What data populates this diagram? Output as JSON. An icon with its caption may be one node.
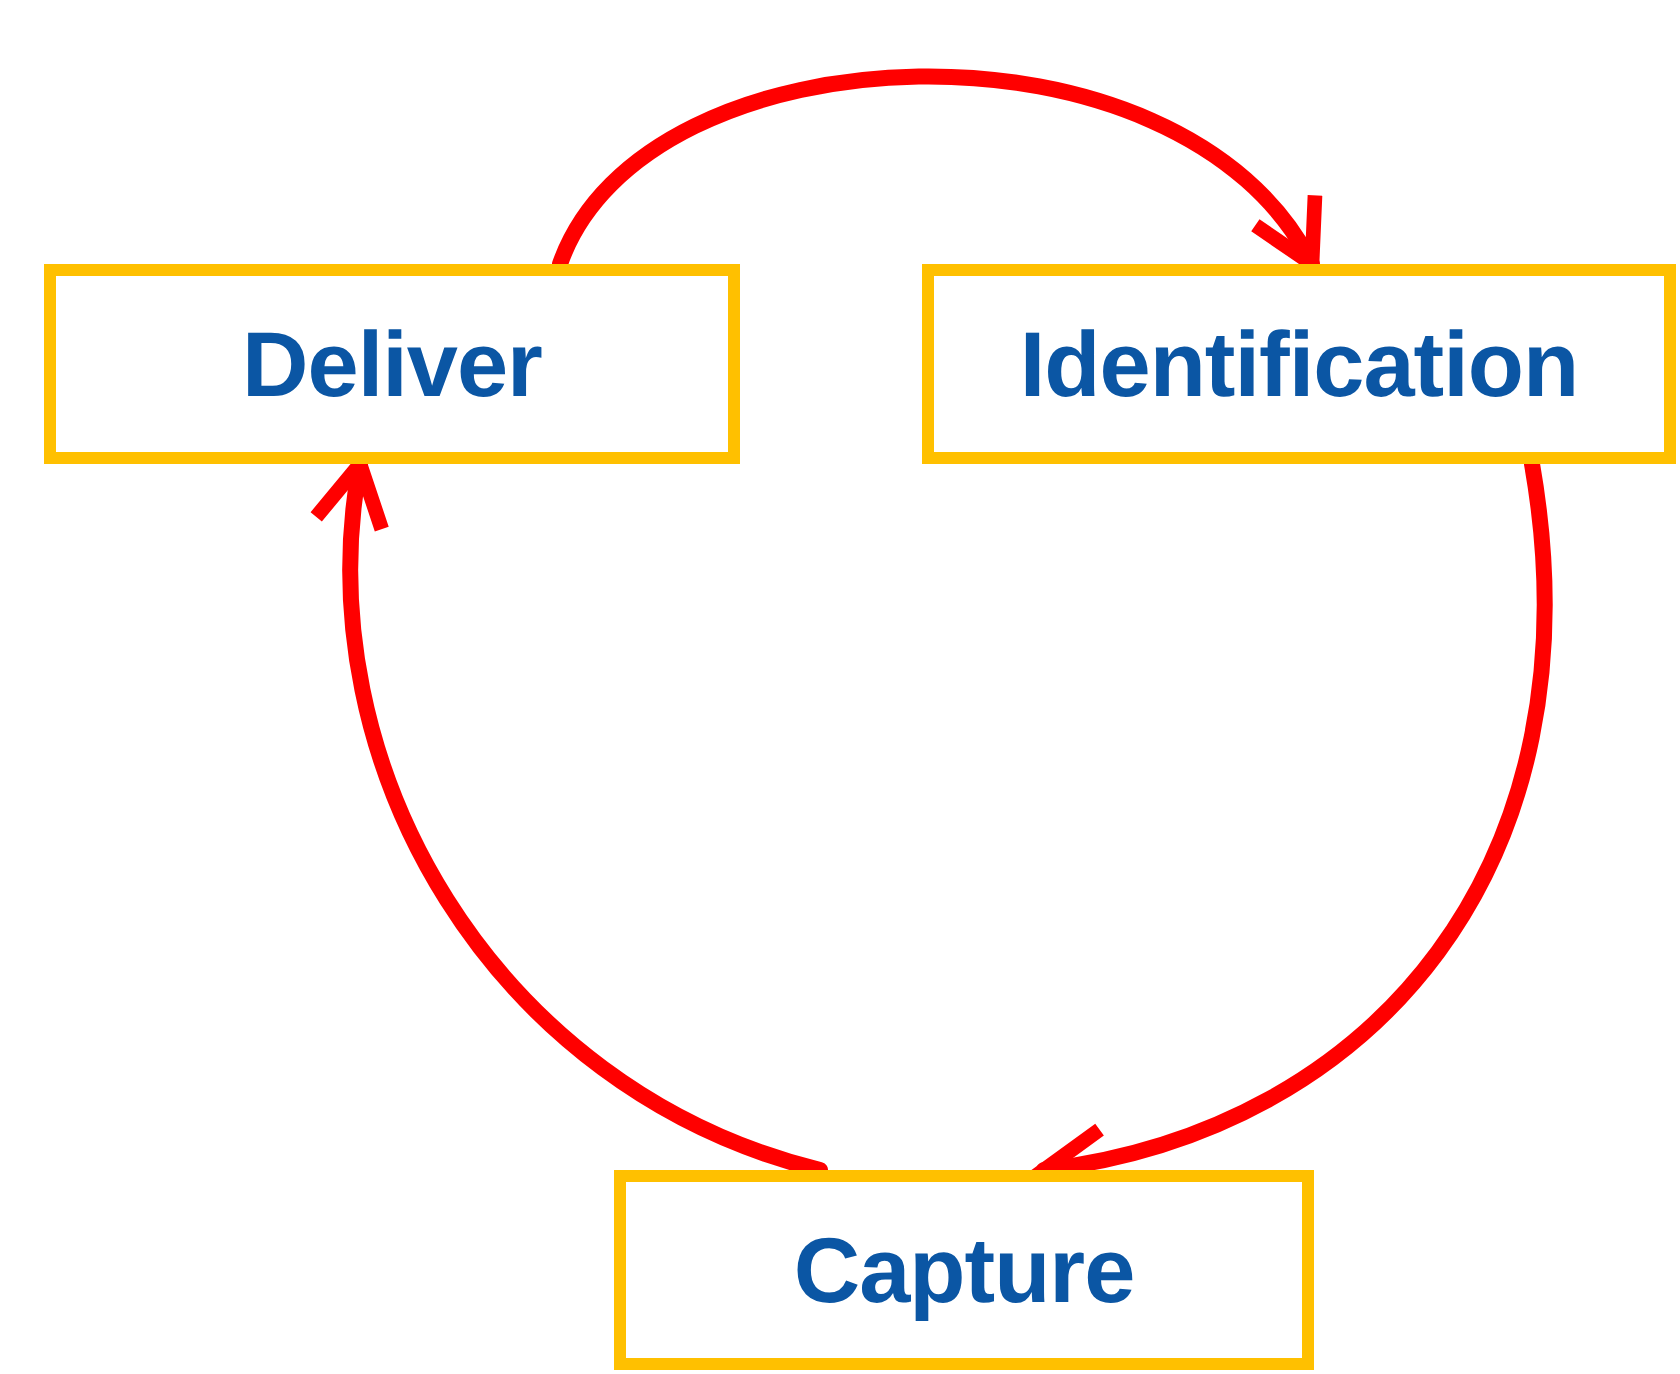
{
  "diagram": {
    "nodes": [
      {
        "text": [
          "Deliver"
        ]
      },
      {
        "text": [
          "Identification"
        ]
      },
      {
        "text": [
          "Capture"
        ]
      }
    ],
    "edges": [
      {
        "from": 0,
        "to": 1,
        "arrow": "to"
      },
      {
        "from": 1,
        "to": 2,
        "arrow": "to"
      },
      {
        "from": 2,
        "to": 0,
        "arrow": "to"
      }
    ]
  }
}
